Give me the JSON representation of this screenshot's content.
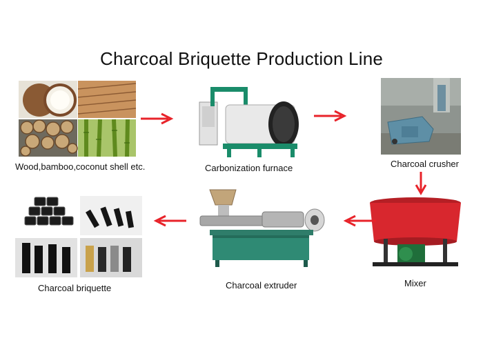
{
  "title": "Charcoal Briquette Production Line",
  "stages": {
    "raw_materials": "Wood,bamboo,coconut shell etc.",
    "carbonization": "Carbonization furnace",
    "crusher": "Charcoal crusher",
    "mixer": "Mixer",
    "extruder": "Charcoal extruder",
    "briquette": "Charcoal briquette"
  },
  "colors": {
    "arrow": "#e8232a",
    "furnace_frame": "#1a8c6a",
    "mixer_red": "#d8272e"
  }
}
